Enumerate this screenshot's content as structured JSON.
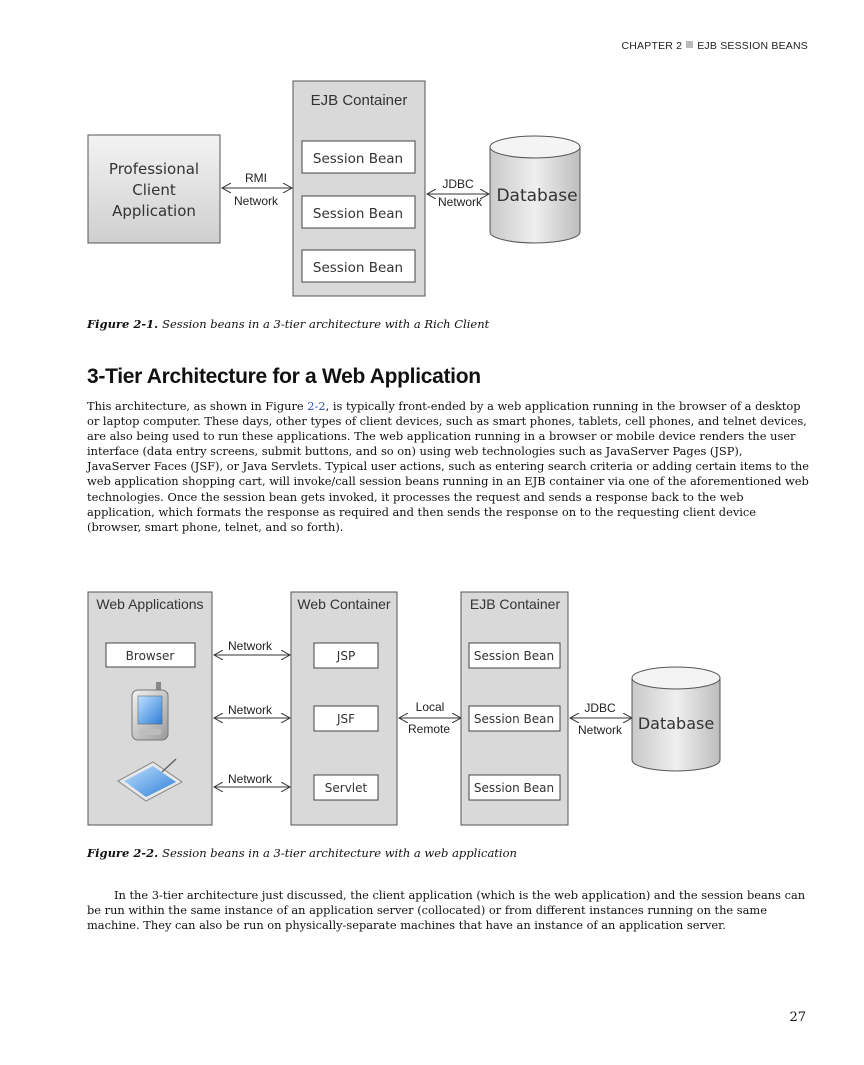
{
  "header": {
    "chapter": "CHAPTER 2",
    "chapter_title": "EJB SESSION BEANS"
  },
  "figure1": {
    "client": [
      "Professional",
      "Client",
      "Application"
    ],
    "rmi_label": "RMI",
    "rmi_network": "Network",
    "container_title": "EJB Container",
    "beans": [
      "Session Bean",
      "Session Bean",
      "Session Bean"
    ],
    "jdbc_label": "JDBC",
    "jdbc_network": "Network",
    "database": "Database",
    "caption_label": "Figure 2-1.",
    "caption_text": "Session beans in a 3-tier architecture with a Rich Client"
  },
  "section": {
    "title": "3-Tier Architecture for a Web Application",
    "para1_before": "This architecture, as shown in Figure ",
    "para1_link": "2-2",
    "para1_after": ", is typically front-ended by a web application running in the browser of a desktop or laptop computer. These days, other types of client devices, such as smart phones, tablets, cell phones, and telnet devices, are also being used to run these applications. The web application running in a browser or mobile device renders the user interface (data entry screens, submit buttons, and so on) using web technologies such as JavaServer Pages (JSP), JavaServer Faces (JSF), or Java Servlets. Typical user actions, such as entering search criteria or adding certain items to the web application shopping cart, will invoke/call session beans running in an EJB container via one of the aforementioned web technologies. Once the session bean gets invoked, it processes the request and sends a response back to the web application, which formats the response as required and then sends the response on to the requesting client device (browser, smart phone, telnet, and so forth)."
  },
  "figure2": {
    "web_apps_title": "Web Applications",
    "browser": "Browser",
    "net1": "Network",
    "net2": "Network",
    "net3": "Network",
    "web_container_title": "Web Container",
    "jsp": "JSP",
    "jsf": "JSF",
    "servlet": "Servlet",
    "local": "Local",
    "remote": "Remote",
    "ejb_container_title": "EJB Container",
    "beans": [
      "Session Bean",
      "Session Bean",
      "Session Bean"
    ],
    "jdbc_label": "JDBC",
    "jdbc_network": "Network",
    "database": "Database",
    "caption_label": "Figure 2-2.",
    "caption_text": "Session beans in a 3-tier architecture with a web application"
  },
  "para2": "In the 3-tier architecture just discussed, the client application (which is the web application) and the session beans can be run within the same instance of an application server (collocated) or from different instances running on the same machine. They can also be run on physically-separate machines that have an instance of an application server.",
  "page_number": "27"
}
